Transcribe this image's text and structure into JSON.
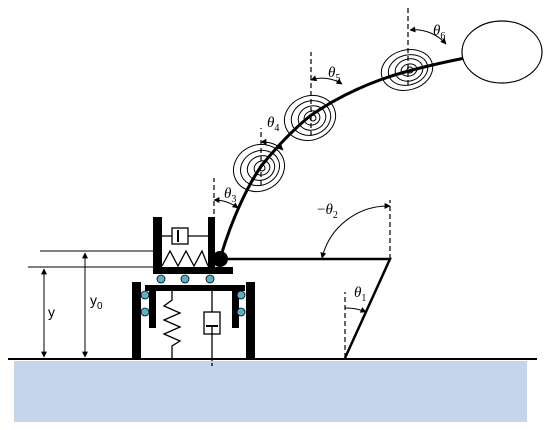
{
  "labels": {
    "theta1": {
      "sym": "θ",
      "sub": "1"
    },
    "theta2": {
      "prefix": "−",
      "sym": "θ",
      "sub": "2"
    },
    "theta3": {
      "sym": "θ",
      "sub": "3"
    },
    "theta4": {
      "sym": "θ",
      "sub": "4"
    },
    "theta5": {
      "sym": "θ",
      "sub": "5"
    },
    "theta6": {
      "sym": "θ",
      "sub": "6"
    },
    "y": "y",
    "y0": {
      "sym": "y",
      "sub": "0"
    }
  },
  "colors": {
    "ground": "#c5d6ec",
    "bearing": "#5ab0c8",
    "line": "#000000"
  }
}
